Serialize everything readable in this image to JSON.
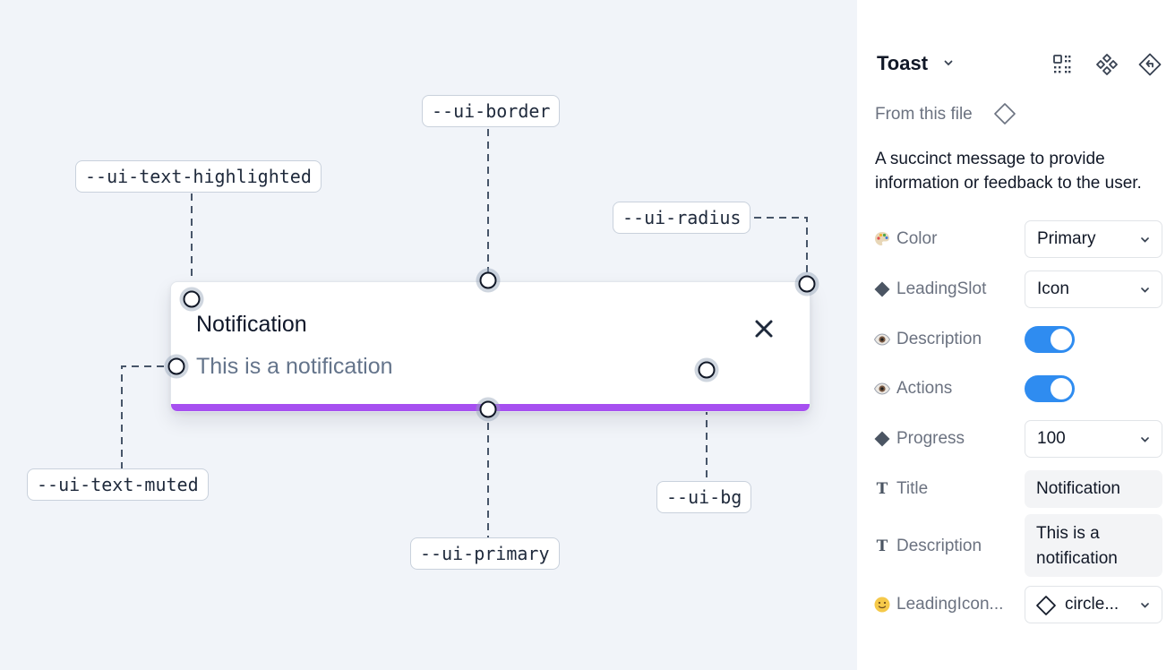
{
  "canvas": {
    "toast": {
      "title": "Notification",
      "description": "This is a notification",
      "progress": 100,
      "accent_color": "#a64ff0"
    },
    "tokens": {
      "border": "--ui-border",
      "text_highlighted": "--ui-text-highlighted",
      "radius": "--ui-radius",
      "text_muted": "--ui-text-muted",
      "bg": "--ui-bg",
      "primary": "--ui-primary"
    }
  },
  "panel": {
    "title": "Toast",
    "header_icons": [
      "grid-icon",
      "component-icon",
      "reset-icon"
    ],
    "from_file_label": "From this file",
    "description": "A succinct message to provide information or feedback to the user.",
    "props": {
      "color": {
        "label": "Color",
        "value": "Primary"
      },
      "leading_slot": {
        "label": "LeadingSlot",
        "value": "Icon"
      },
      "description_toggle": {
        "label": "Description",
        "on": true
      },
      "actions_toggle": {
        "label": "Actions",
        "on": true
      },
      "progress": {
        "label": "Progress",
        "value": "100"
      },
      "title": {
        "label": "Title",
        "value": "Notification"
      },
      "description_text": {
        "label": "Description",
        "value": "This is a notification"
      },
      "leading_icon": {
        "label": "LeadingIcon...",
        "value": "circle..."
      }
    },
    "toggle_color": "#2f8cf0"
  }
}
